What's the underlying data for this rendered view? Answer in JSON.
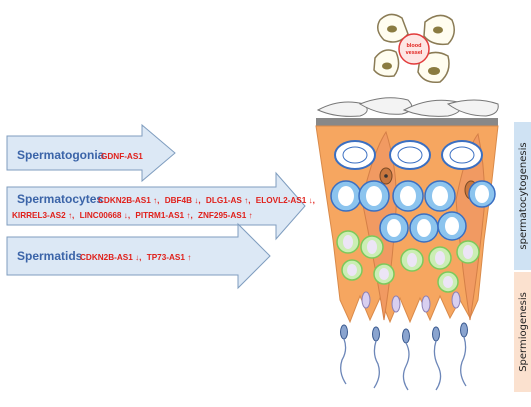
{
  "arrows": [
    {
      "stage": "Spermatogonia",
      "lines": [
        [
          "GDNF-AS1"
        ]
      ]
    },
    {
      "stage": "Spermatocytes",
      "lines": [
        [
          "CDKN2B-AS1 ↑,",
          "DBF4B ↓,",
          "DLG1-AS ↑,",
          "ELOVL2-AS1 ↓,"
        ],
        [
          "KIRREL3-AS2 ↑,",
          "LINC00668 ↓,",
          "PITRM1-AS1 ↑,",
          "ZNF295-AS1 ↑"
        ]
      ]
    },
    {
      "stage": "Spermatids",
      "lines": [
        [
          "CDKN2B-AS1 ↓,",
          "TP73-AS1 ↑"
        ]
      ]
    }
  ],
  "blood_vessel_label": [
    "blood",
    "vessel"
  ],
  "side_labels": {
    "upper": "spermatocytogenesis",
    "lower": "Spermiogenesis"
  },
  "colors": {
    "arrow_fill": "#dce8f5",
    "arrow_stroke": "#7f9dbf",
    "stage_text": "#3b64a8",
    "gene_text": "#e0201b",
    "tubule_orange": "#f6a660",
    "sertoli": "#f19a62",
    "spermatocyte": "#8cc4ee",
    "spermatid": "#cbeeb4",
    "basement": "#888888",
    "upper_band": "#cfe2f3",
    "lower_band": "#fbe1cf"
  }
}
